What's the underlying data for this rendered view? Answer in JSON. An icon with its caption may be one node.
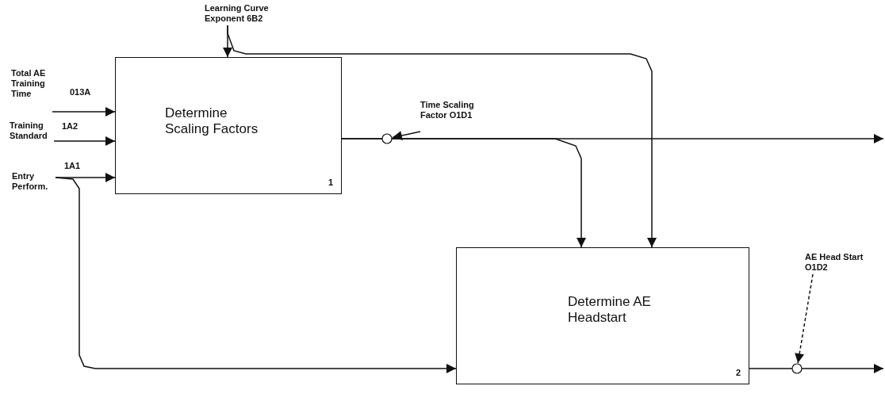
{
  "diagram": {
    "nodes": [
      {
        "text": [
          "Learning Curve Exponent 6B2"
        ]
      },
      {
        "text": [
          "Total AE Training Time"
        ]
      },
      {
        "text": [
          "Training Standard"
        ]
      },
      {
        "text": [
          "Entry Perform."
        ]
      },
      {
        "text": [
          "Determine Scaling Factors",
          "1"
        ]
      },
      {
        "text": [
          "Time Scaling Factor O1D1"
        ]
      },
      {
        "text": [],
        "shape": "circle"
      },
      {
        "text": [
          "AE Head Start O1D2"
        ]
      },
      {
        "text": [
          "Determine AE Headstart",
          "2"
        ]
      },
      {
        "text": [],
        "shape": "circle"
      }
    ],
    "edges": [
      {
        "from": 0,
        "to": 4,
        "arrow": "to"
      },
      {
        "from": 0,
        "to": 8,
        "arrow": "to"
      },
      {
        "from": 1,
        "to": 4,
        "arrow": "to",
        "label": "013A"
      },
      {
        "from": 2,
        "to": 4,
        "arrow": "to",
        "label": "1A2"
      },
      {
        "from": 3,
        "to": 4,
        "arrow": "to",
        "label": "1A1"
      },
      {
        "from": 3,
        "to": 8,
        "arrow": "to"
      },
      {
        "from": 4,
        "to": null,
        "arrow": "to"
      },
      {
        "from": 4,
        "to": 8,
        "arrow": "to"
      },
      {
        "from": 5,
        "to": 6,
        "arrow": "to"
      },
      {
        "from": 8,
        "to": null,
        "arrow": "to"
      },
      {
        "from": 7,
        "to": 9,
        "arrow": "to",
        "style": "dashed"
      }
    ]
  }
}
